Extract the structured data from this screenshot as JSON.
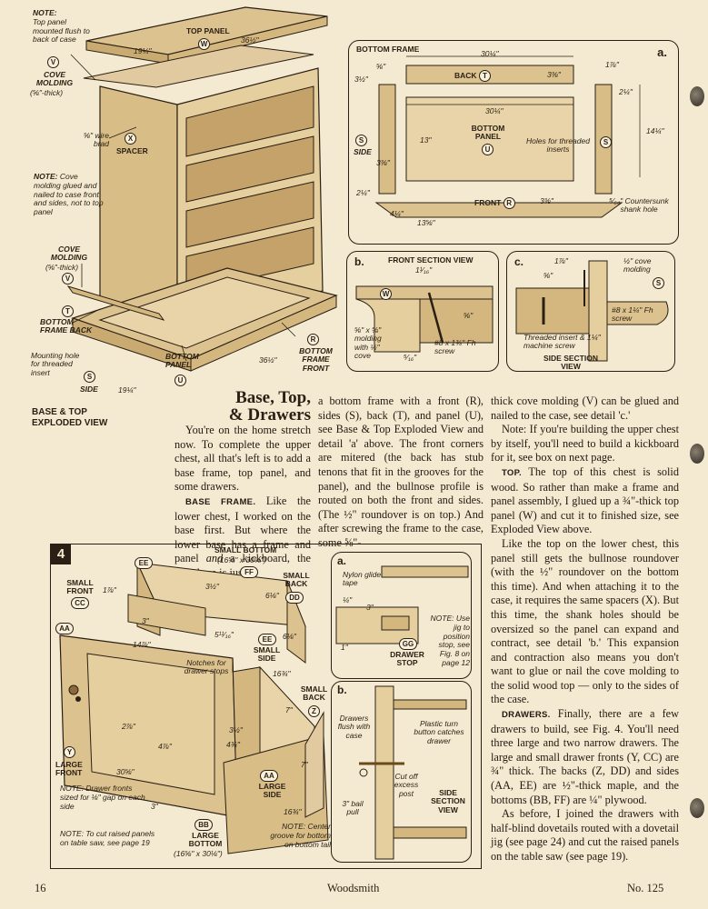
{
  "figure_top": {
    "labels": {
      "note_top": "NOTE:",
      "note_top_text": "Top panel mounted flush to back of case",
      "top_panel": "TOP PANEL",
      "top_panel_code": "W",
      "dim_19_25": "19¼\"",
      "dim_36_5": "36½\"",
      "cove_molding": "COVE MOLDING",
      "cove_molding_thick": "(⅝\"-thick)",
      "cove_code": "V",
      "wire_brad": "⅝\" wire brad",
      "spacer": "SPACER",
      "spacer_code": "X",
      "note_cove": "NOTE:",
      "note_cove_text": "Cove molding glued and nailed to case front and sides, not to top panel",
      "cove_molding_2": "COVE MOLDING",
      "cove_molding_2_thick": "(⅝\"-thick)",
      "cove_code_2": "V",
      "bottom_frame_back": "BOTTOM FRAME BACK",
      "bfb_code": "T",
      "mounting_hole": "Mounting hole for threaded insert",
      "side": "SIDE",
      "side_code": "S",
      "dim_19_25_b": "19¼\"",
      "bottom_panel": "BOTTOM PANEL",
      "bottom_panel_code": "U",
      "dim_36_5_b": "36½\"",
      "bottom_frame_front": "BOTTOM FRAME FRONT",
      "bff_code": "R",
      "exploded_title": "BASE & TOP EXPLODED VIEW"
    }
  },
  "detail_a_top": {
    "letter": "a.",
    "bottom_frame": "BOTTOM FRAME",
    "back": "BACK",
    "back_code": "T",
    "dim_30_25": "30¼\"",
    "dim_5_8": "⅝\"",
    "dim_3_5": "3½\"",
    "dim_3_38": "3⅜\"",
    "dim_1_78": "1⅞\"",
    "dim_2_25": "2¼\"",
    "dim_14_25": "14¼\"",
    "dim_30_25_b": "30¼\"",
    "bottom_panel": "BOTTOM PANEL",
    "bottom_panel_code": "U",
    "dim_13": "13\"",
    "holes": "Holes for threaded inserts",
    "side": "SIDE",
    "side_code": "S",
    "side_code_r": "S",
    "dim_3_38_b": "3⅜\"",
    "dim_2_25_b": "2¼\"",
    "front": "FRONT",
    "front_code": "R",
    "dim_3_38_c": "3⅜\"",
    "dim_4_25": "4¼\"",
    "dim_13_58": "13⅝\"",
    "countersunk": "⁵⁄₆₄\" Countersunk shank hole"
  },
  "detail_b_top": {
    "letter": "b.",
    "title": "FRONT SECTION VIEW",
    "dim_1_116": "1¹⁄₁₆\"",
    "code_w": "W",
    "dim_5_8": "⅝\"",
    "molding": "⅝\" x ⅝\" molding with ½\" cove",
    "screw": "#8 x 1¾\" Fh screw",
    "dim_5_16": "⁵⁄₁₆\""
  },
  "detail_c_top": {
    "letter": "c.",
    "dim_1_78": "1⅞\"",
    "dim_5_8": "⅝\"",
    "cove": "½\" cove molding",
    "code_s": "S",
    "screw": "#8 x 1¼\" Fh screw",
    "insert": "Threaded insert & 1¼\" machine screw",
    "title": "SIDE SECTION VIEW"
  },
  "article": {
    "heading_line1": "Base, Top,",
    "heading_line2": "& Drawers",
    "col1_p1": "You're on the home stretch now. To complete the upper chest, all that's left is to add a base frame, top panel, and some drawers.",
    "col1_p2_head": "BASE FRAME.",
    "col1_p2": " Like the lower chest, I worked on the base first. But where the lower base has a frame and panel ",
    "col1_p2_em": "and",
    "col1_p2_tail": " a kickboard, the base here is just",
    "col2_text": "a bottom frame with a front (R), sides (S), back (T), and panel (U), see Base & Top Exploded View and detail 'a' above. The front corners are mitered (the back has stub tenons that fit in the grooves for the panel), and the bullnose profile is routed on both the front and sides. (The ½\" roundover is on top.) And after screwing the frame to the case, some ⅝\"-",
    "col3_p1": "thick cove molding (V) can be glued and nailed to the case, see detail 'c.'",
    "col3_p2": "Note: If you're building the upper chest by itself, you'll need to build a kickboard for it, see box on next page.",
    "col3_p3_head": "TOP.",
    "col3_p3": " The top of this chest is solid wood. So rather than make a frame and panel assembly, I glued up a ¾\"-thick top panel (W) and cut it to finished size, see Exploded View above.",
    "col3_p4": "Like the top on the lower chest, this panel still gets the bullnose roundover (with the ½\" roundover on the bottom this time). And when attaching it to the case, it requires the same spacers (X). But this time, the shank holes should be oversized so the panel can expand and contract, see detail 'b.' This expansion and contraction also means you don't want to glue or nail the cove molding to the solid wood top — only to the sides of the case.",
    "col3_p5_head": "DRAWERS.",
    "col3_p5": " Finally, there are a few drawers to build, see Fig. 4. You'll need three large and two narrow drawers. The large and small drawer fronts (Y, CC) are ¾\" thick. The backs (Z, DD) and sides (AA, EE) are ½\"-thick maple, and the bottoms (BB, FF) are ¼\" plywood.",
    "col3_p6": "As before, I joined the drawers with half-blind dovetails routed with a dovetail jig (see page 24) and cut the raised panels on the table saw (see page 19)."
  },
  "figure4": {
    "number": "4",
    "small_bottom": "SMALL BOTTOM",
    "small_bottom_dim": "(16⅝\" x 30⅛\")",
    "ff": "FF",
    "ee_top": "EE",
    "small_front": "SMALL FRONT",
    "cc": "CC",
    "small_back": "SMALL BACK",
    "dd": "DD",
    "aa": "AA",
    "dim_1_78": "1⅞\"",
    "dim_3_12": "3½\"",
    "dim_6_18": "6⅛\"",
    "dim_3": "3\"",
    "dim_5_1116": "5¹¹⁄₁₆\"",
    "dim_14_78": "14⅞\"",
    "ee_mid": "EE",
    "small_side": "SMALL SIDE",
    "dim_6_18_b": "6⅛\"",
    "notches": "Notches for drawer stops",
    "dim_16_34": "16¾\"",
    "small_back_z": "SMALL BACK",
    "z": "Z",
    "dim_7": "7\"",
    "dim_2_78": "2⅞\"",
    "dim_4_78": "4⅞\"",
    "dim_3_12_b": "3½\"",
    "dim_4_34": "4¾\"",
    "y": "Y",
    "large_front": "LARGE FRONT",
    "dim_30_58": "30⅝\"",
    "note_drawer": "NOTE: Drawer fronts sized for ⅛\" gap on each side",
    "dim_3_b": "3\"",
    "dim_7_b": "7\"",
    "aa_b": "AA",
    "large_side": "LARGE SIDE",
    "dim_16_34_b": "16¾\"",
    "bb": "BB",
    "large_bottom": "LARGE BOTTOM",
    "large_bottom_dim": "(16⅝\" x 30⅛\")",
    "note_cut": "NOTE: To cut raised panels on table saw, see page 19",
    "note_center": "NOTE: Center groove for bottom on bottom tail"
  },
  "fig4a": {
    "letter": "a.",
    "nylon": "Nylon glide tape",
    "dim_14": "¼\"",
    "dim_3": "3\"",
    "dim_1": "1\"",
    "gg": "GG",
    "drawer_stop": "DRAWER STOP",
    "note": "NOTE: Use jig to position stop, see Fig. 8 on page 12"
  },
  "fig4b": {
    "letter": "b.",
    "drawers_flush": "Drawers flush with case",
    "plastic": "Plastic turn button catches drawer",
    "cutoff": "Cut off excess post",
    "bail": "3\" bail pull",
    "title": "SIDE SECTION VIEW"
  },
  "footer": {
    "page": "16",
    "magazine": "Woodsmith",
    "issue": "No. 125"
  }
}
